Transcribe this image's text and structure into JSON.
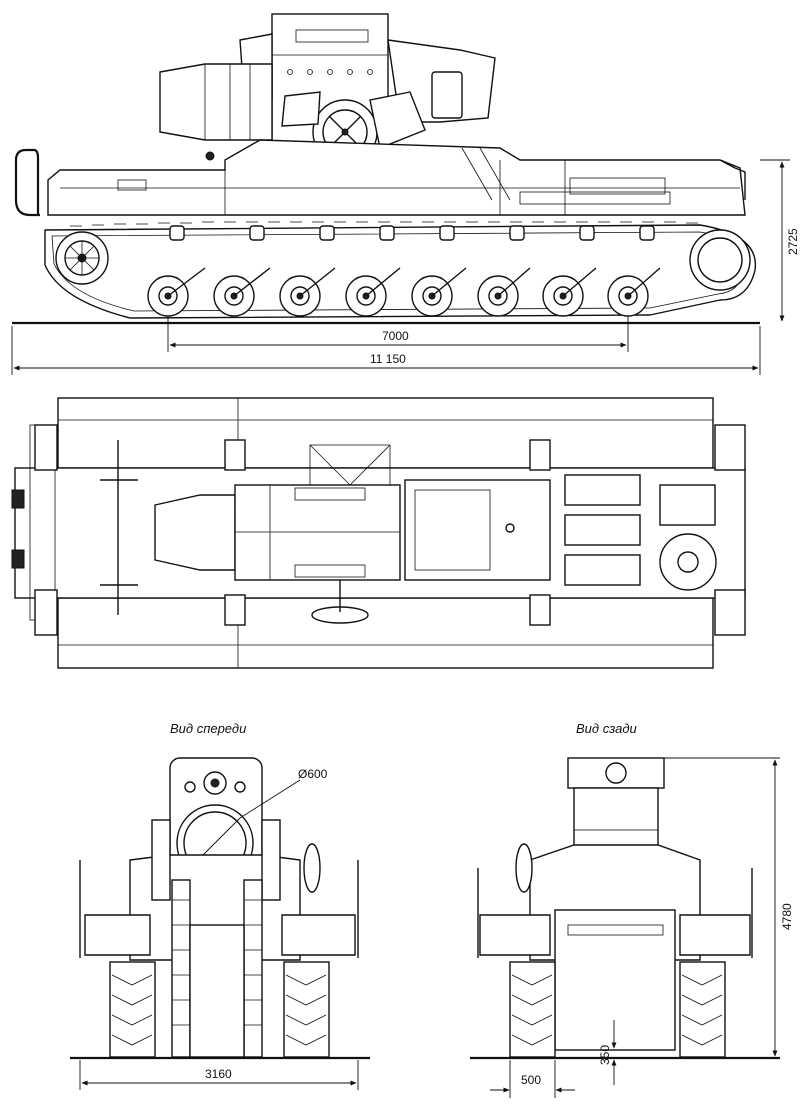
{
  "views": {
    "front_caption": "Вид спереди",
    "rear_caption": "Вид сзади"
  },
  "dimensions": {
    "height_side": "2725",
    "wheelbase": "7000",
    "length": "11 150",
    "mortar_diameter": "Ø600",
    "width": "3160",
    "height_total": "4780",
    "track_width": "500",
    "clearance": "350"
  }
}
